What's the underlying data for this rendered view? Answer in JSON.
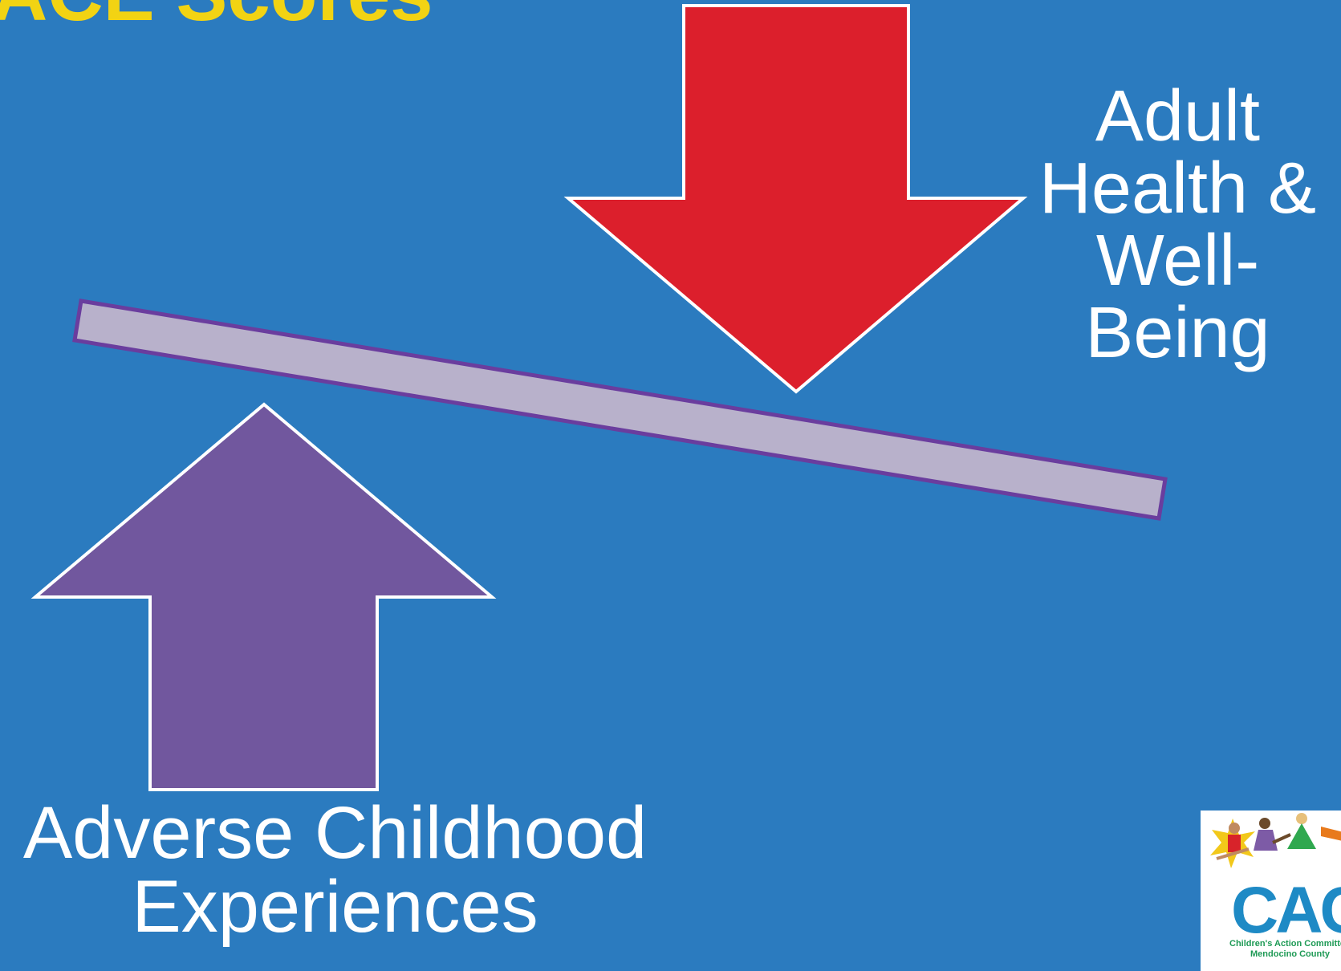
{
  "slide": {
    "title_partial": "ACE Scores",
    "right_label_lines": [
      "Adult",
      "Health &",
      "Well-",
      "Being"
    ],
    "bottom_label_lines": [
      "Adverse Childhood",
      "Experiences"
    ]
  },
  "logo": {
    "letters": "CAC",
    "subtitle_lines": [
      "Children's Action Committee",
      "Mendocino County"
    ]
  },
  "colors": {
    "background": "#2B7BBF",
    "title": "#F2D313",
    "down_arrow": "#DC1F2C",
    "up_arrow": "#71579E",
    "beam_fill": "#B8B1CB",
    "beam_stroke": "#6A3D9E",
    "text": "#FFFFFF"
  }
}
